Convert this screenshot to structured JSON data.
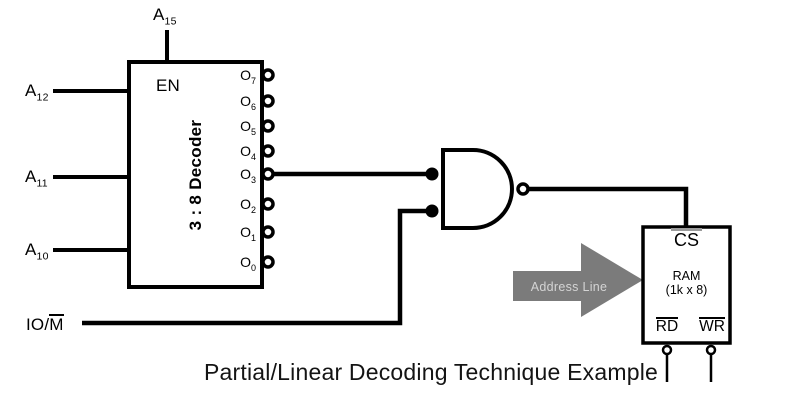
{
  "diagram_title": "Partial/Linear Decoding Technique Example",
  "address_inputs": {
    "a15": {
      "base": "A",
      "sub": "15"
    },
    "a12": {
      "base": "A",
      "sub": "12"
    },
    "a11": {
      "base": "A",
      "sub": "11"
    },
    "a10": {
      "base": "A",
      "sub": "10"
    }
  },
  "decoder": {
    "enable_label": "EN",
    "label": "3 : 8 Decoder",
    "outputs": [
      {
        "base": "O",
        "sub": "7"
      },
      {
        "base": "O",
        "sub": "6"
      },
      {
        "base": "O",
        "sub": "5"
      },
      {
        "base": "O",
        "sub": "4"
      },
      {
        "base": "O",
        "sub": "3"
      },
      {
        "base": "O",
        "sub": "2"
      },
      {
        "base": "O",
        "sub": "1"
      },
      {
        "base": "O",
        "sub": "0"
      }
    ]
  },
  "control_signal": {
    "prefix": "IO/",
    "overlined": "M"
  },
  "address_arrow": {
    "label": "Address Line"
  },
  "ram": {
    "chip_select": "CS",
    "name": "RAM",
    "capacity": "(1k x 8)",
    "read": "RD",
    "write": "WR"
  },
  "colors": {
    "line": "#000000",
    "arrow_fill": "#7b7b7b",
    "arrow_text": "#d4d4d4",
    "cs_overline": "#9b9b9b"
  }
}
